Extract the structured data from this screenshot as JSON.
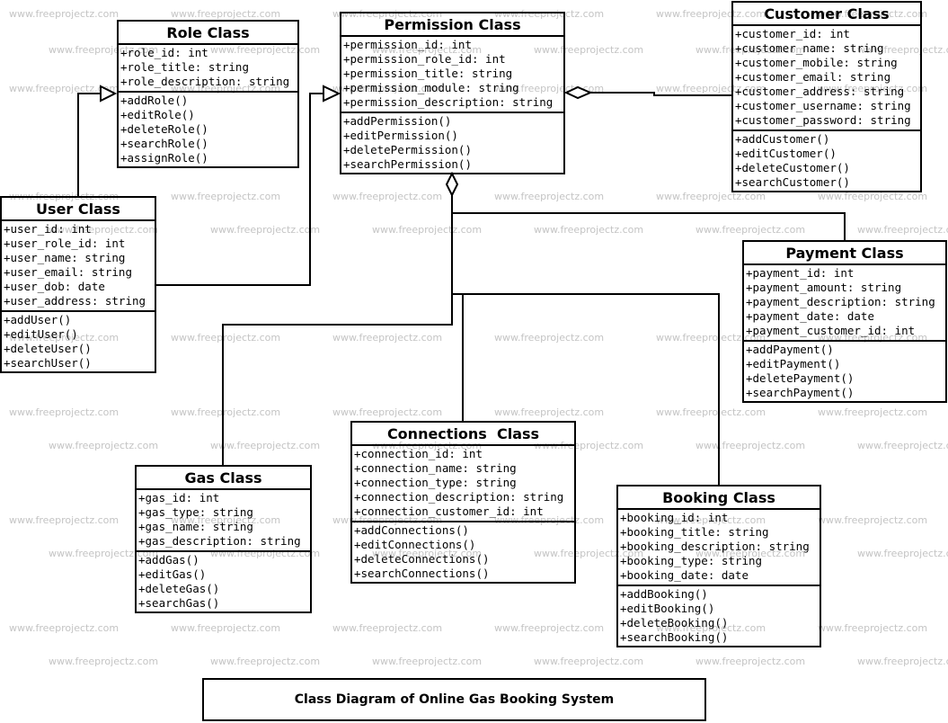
{
  "watermark": "www.freeprojectz.com",
  "caption": "Class Diagram of Online Gas Booking System",
  "classes": {
    "role": {
      "title": "Role Class",
      "attributes": [
        "+role_id: int",
        "+role_title: string",
        "+role_description: string"
      ],
      "methods": [
        "+addRole()",
        "+editRole()",
        "+deleteRole()",
        "+searchRole()",
        "+assignRole()"
      ]
    },
    "permission": {
      "title": "Permission Class",
      "attributes": [
        "+permission_id: int",
        "+permission_role_id: int",
        "+permission_title: string",
        "+permission_module: string",
        "+permission_description: string"
      ],
      "methods": [
        "+addPermission()",
        "+editPermission()",
        "+deletePermission()",
        "+searchPermission()"
      ]
    },
    "customer": {
      "title": "Customer Class",
      "attributes": [
        "+customer_id: int",
        "+customer_name: string",
        "+customer_mobile: string",
        "+customer_email: string",
        "+customer_address: string",
        "+customer_username: string",
        "+customer_password: string"
      ],
      "methods": [
        "+addCustomer()",
        "+editCustomer()",
        "+deleteCustomer()",
        "+searchCustomer()"
      ]
    },
    "user": {
      "title": "User Class",
      "attributes": [
        "+user_id: int",
        "+user_role_id: int",
        "+user_name: string",
        "+user_email: string",
        "+user_dob: date",
        "+user_address: string"
      ],
      "methods": [
        "+addUser()",
        "+editUser()",
        "+deleteUser()",
        "+searchUser()"
      ]
    },
    "payment": {
      "title": "Payment Class",
      "attributes": [
        "+payment_id: int",
        "+payment_amount: string",
        "+payment_description: string",
        "+payment_date: date",
        "+payment_customer_id: int"
      ],
      "methods": [
        "+addPayment()",
        "+editPayment()",
        "+deletePayment()",
        "+searchPayment()"
      ]
    },
    "connections": {
      "title": "Connections  Class",
      "attributes": [
        "+connection_id: int",
        "+connection_name: string",
        "+connection_type: string",
        "+connection_description: string",
        "+connection_customer_id: int"
      ],
      "methods": [
        "+addConnections()",
        "+editConnections()",
        "+deleteConnections()",
        "+searchConnections()"
      ]
    },
    "gas": {
      "title": "Gas Class",
      "attributes": [
        "+gas_id: int",
        "+gas_type: string",
        "+gas_name: string",
        "+gas_description: string"
      ],
      "methods": [
        "+addGas()",
        "+editGas()",
        "+deleteGas()",
        "+searchGas()"
      ]
    },
    "booking": {
      "title": "Booking Class",
      "attributes": [
        "+booking_id: int",
        "+booking_title: string",
        "+booking_description: string",
        "+booking_type: string",
        "+booking_date: date"
      ],
      "methods": [
        "+addBooking()",
        "+editBooking()",
        "+deleteBooking()",
        "+searchBooking()"
      ]
    }
  }
}
